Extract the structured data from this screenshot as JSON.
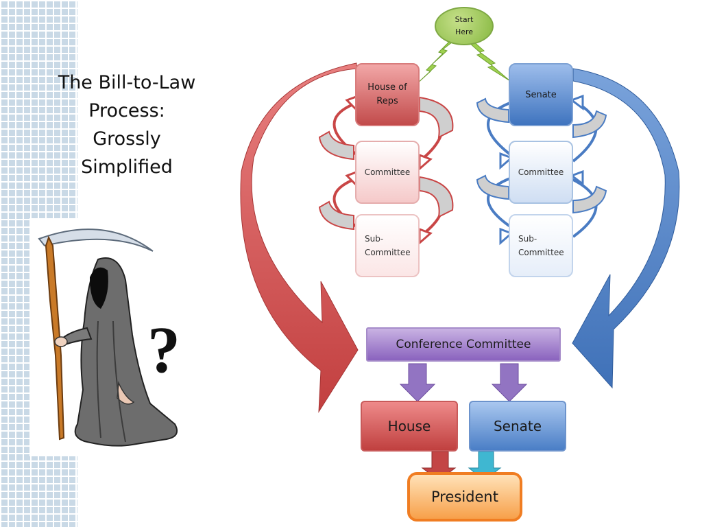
{
  "title_lines": [
    "The Bill-to-Law",
    "Process:",
    "Grossly",
    "Simplified"
  ],
  "start_bubble": [
    "Start",
    "Here"
  ],
  "house_column": {
    "chamber": [
      "House of",
      "Reps"
    ],
    "committee": "Committee",
    "subcommittee": [
      "Sub-",
      "Committee"
    ]
  },
  "senate_column": {
    "chamber": "Senate",
    "committee": "Committee",
    "subcommittee": [
      "Sub-",
      "Committee"
    ]
  },
  "conference": "Conference Committee",
  "final_house": "House",
  "final_senate": "Senate",
  "president": "President",
  "question_mark": "?",
  "colors": {
    "house_red": "#c24b4b",
    "senate_blue": "#4a7ec6",
    "conference_purple": "#8a63be",
    "president_orange": "#f07d22",
    "start_green": "#86b840"
  }
}
